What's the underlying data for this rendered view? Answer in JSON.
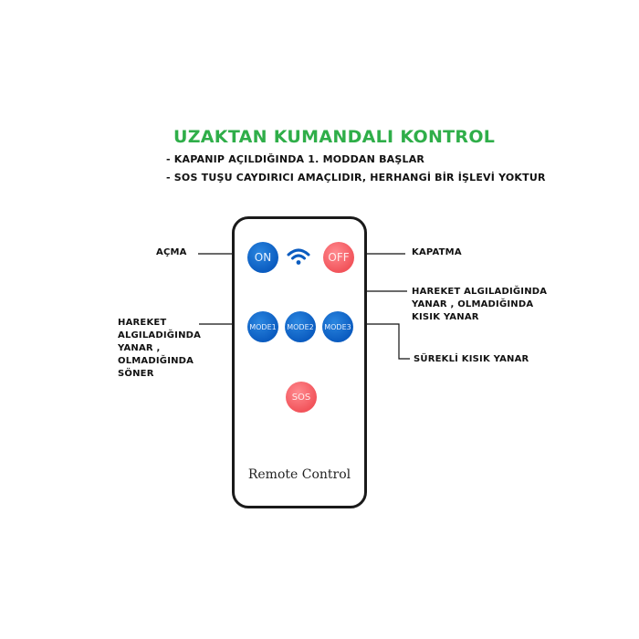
{
  "header": {
    "title": "UZAKTAN KUMANDALI KONTROL",
    "notes": [
      "- KAPANIP AÇILDIĞINDA 1. MODDAN BAŞLAR",
      "- SOS TUŞU CAYDIRICI AMAÇLIDIR, HERHANGİ BİR İŞLEVİ YOKTUR"
    ]
  },
  "remote": {
    "label": "Remote Control",
    "buttons": {
      "on": "ON",
      "off": "OFF",
      "mode1": "MODE1",
      "mode2": "MODE2",
      "mode3": "MODE3",
      "sos": "SOS"
    },
    "icons": {
      "signal": "wifi-icon"
    },
    "colors": {
      "blue": "#0b5cc0",
      "red": "#f2545b",
      "title": "#2fae49"
    }
  },
  "callouts": {
    "on": "AÇMA",
    "off": "KAPATMA",
    "mode1": [
      "HAREKET",
      "ALGILADIĞINDA",
      "YANAR ,",
      "OLMADIĞINDA",
      "SÖNER"
    ],
    "mode2": [
      "HAREKET ALGILADIĞINDA",
      "YANAR , OLMADIĞINDA",
      "KISIK YANAR"
    ],
    "mode3": "SÜREKLİ KISIK YANAR"
  }
}
